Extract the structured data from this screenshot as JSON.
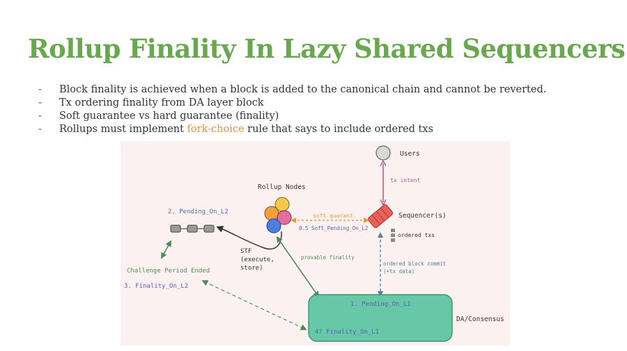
{
  "colors": {
    "title": "#6aa84f",
    "highlight": "#e69138",
    "figure_bg": "#fbf1f0",
    "purple": "#5b5fb8",
    "green": "#4f8a5b",
    "orange": "#e69b3a",
    "teal": "#4f7f9a",
    "magenta": "#b05a86",
    "da_box": "#66c8a6"
  },
  "slide": {
    "title": "Rollup Finality In Lazy Shared Sequencers",
    "bullets": [
      {
        "dash": "-",
        "text": "Block finality is achieved when a block is added to the canonical chain and cannot be reverted."
      },
      {
        "dash": "-",
        "text": "Tx ordering finality from DA layer block"
      },
      {
        "dash": "-",
        "text": "Soft guarantee vs hard guarantee (finality)"
      },
      {
        "dash": "-",
        "before": "Rollups must implement ",
        "highlight": "fork-choice",
        "after": " rule that says to include ordered txs"
      }
    ]
  },
  "diagram": {
    "users": "Users",
    "tx_intent": "tx intent",
    "sequencer": "Sequencer(s)",
    "ordered_txs": "ordered txs",
    "rollup_nodes": "Rollup Nodes",
    "soft_guarant": "soft guarant.",
    "soft_pending": "0.5 Soft_Pending_On_L2",
    "pending_l2": "2. Pending_On_L2",
    "stf_lines": [
      "STF",
      "(execute,",
      "store)"
    ],
    "provable_finality": "provable finality",
    "ordered_block_commit": [
      "ordered block commit",
      "(+tx data)"
    ],
    "challenge_period": "Challenge Period Ended",
    "finality_l2": "3. Finality_On_L2",
    "pending_l1": "1. Pending_On_L1",
    "finality_l1": "4? Finality_On_L1",
    "da_consensus": "DA/Consensus"
  }
}
